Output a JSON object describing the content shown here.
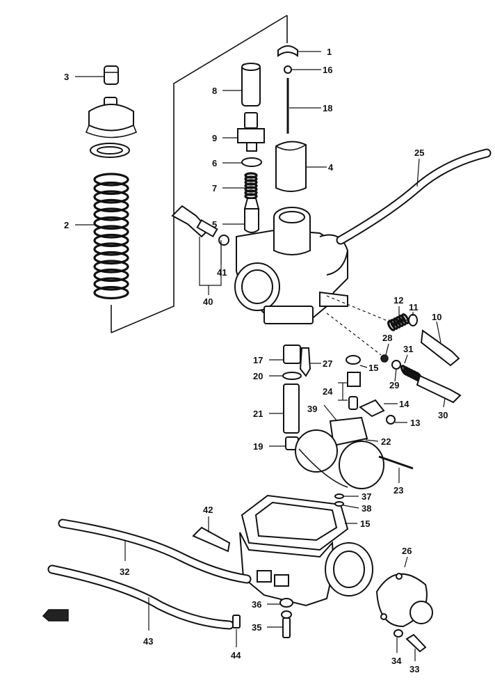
{
  "diagram": {
    "callouts": [
      {
        "id": "c1",
        "text": "1"
      },
      {
        "id": "c2",
        "text": "2"
      },
      {
        "id": "c3",
        "text": "3"
      },
      {
        "id": "c4",
        "text": "4"
      },
      {
        "id": "c5",
        "text": "5"
      },
      {
        "id": "c6",
        "text": "6"
      },
      {
        "id": "c7",
        "text": "7"
      },
      {
        "id": "c8",
        "text": "8"
      },
      {
        "id": "c9",
        "text": "9"
      },
      {
        "id": "c10",
        "text": "10"
      },
      {
        "id": "c11",
        "text": "11"
      },
      {
        "id": "c12",
        "text": "12"
      },
      {
        "id": "c13",
        "text": "13"
      },
      {
        "id": "c14",
        "text": "14"
      },
      {
        "id": "c15a",
        "text": "15"
      },
      {
        "id": "c15b",
        "text": "15"
      },
      {
        "id": "c16",
        "text": "16"
      },
      {
        "id": "c17",
        "text": "17"
      },
      {
        "id": "c18",
        "text": "18"
      },
      {
        "id": "c19",
        "text": "19"
      },
      {
        "id": "c20",
        "text": "20"
      },
      {
        "id": "c21",
        "text": "21"
      },
      {
        "id": "c22",
        "text": "22"
      },
      {
        "id": "c23",
        "text": "23"
      },
      {
        "id": "c24",
        "text": "24"
      },
      {
        "id": "c25",
        "text": "25"
      },
      {
        "id": "c26",
        "text": "26"
      },
      {
        "id": "c27",
        "text": "27"
      },
      {
        "id": "c28",
        "text": "28"
      },
      {
        "id": "c29",
        "text": "29"
      },
      {
        "id": "c30",
        "text": "30"
      },
      {
        "id": "c31",
        "text": "31"
      },
      {
        "id": "c32",
        "text": "32"
      },
      {
        "id": "c33",
        "text": "33"
      },
      {
        "id": "c34",
        "text": "34"
      },
      {
        "id": "c35",
        "text": "35"
      },
      {
        "id": "c36",
        "text": "36"
      },
      {
        "id": "c37",
        "text": "37"
      },
      {
        "id": "c38",
        "text": "38"
      },
      {
        "id": "c39",
        "text": "39"
      },
      {
        "id": "c40",
        "text": "40"
      },
      {
        "id": "c41",
        "text": "41"
      },
      {
        "id": "c42",
        "text": "42"
      },
      {
        "id": "c43",
        "text": "43"
      },
      {
        "id": "c44",
        "text": "44"
      }
    ],
    "ink_color": "#111111",
    "background_color": "#ffffff"
  }
}
